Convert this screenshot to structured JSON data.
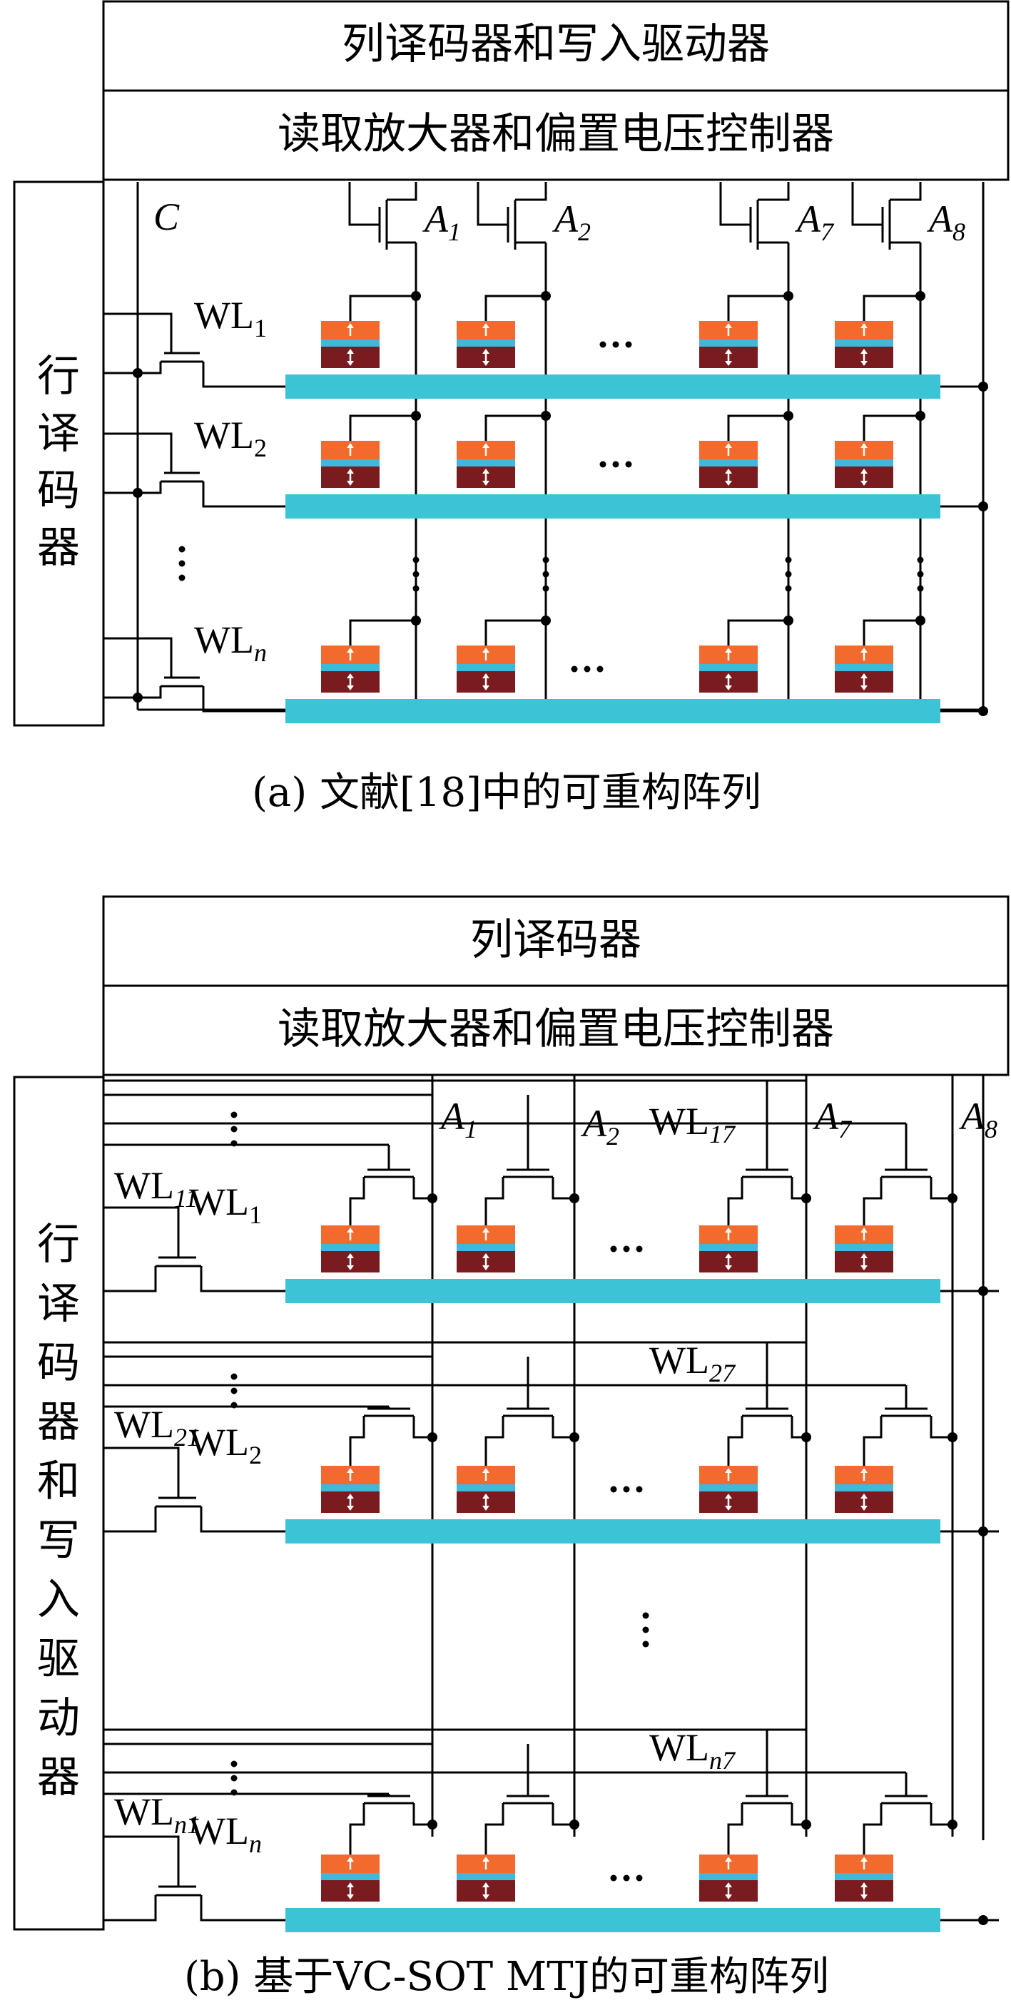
{
  "figure_a": {
    "header_top": "列译码器和写入驱动器",
    "header_bottom": "读取放大器和偏置电压控制器",
    "row_decoder_chars": [
      "行",
      "译",
      "码",
      "器"
    ],
    "cap_label": "C",
    "bitlines": [
      {
        "base": "A",
        "sub": "1"
      },
      {
        "base": "A",
        "sub": "2"
      },
      {
        "base": "A",
        "sub": "7"
      },
      {
        "base": "A",
        "sub": "8"
      }
    ],
    "wordlines": [
      {
        "base": "WL",
        "sub": "1"
      },
      {
        "base": "WL",
        "sub": "2"
      },
      {
        "base": "WL",
        "sub": "n"
      }
    ],
    "caption": "(a) 文献[18]中的可重构阵列"
  },
  "figure_b": {
    "header_top": "列译码器",
    "header_bottom": "读取放大器和偏置电压控制器",
    "row_decoder_chars": [
      "行",
      "译",
      "码",
      "器",
      "和",
      "写",
      "入",
      "驱",
      "动",
      "器"
    ],
    "bitlines": [
      {
        "base": "A",
        "sub": "1"
      },
      {
        "base": "A",
        "sub": "2"
      },
      {
        "base": "A",
        "sub": "7"
      },
      {
        "base": "A",
        "sub": "8"
      }
    ],
    "row_wordlines": [
      {
        "base": "WL",
        "sub": "1"
      },
      {
        "base": "WL",
        "sub": "2"
      },
      {
        "base": "WL",
        "sub": "n"
      }
    ],
    "cell_wordlines_left": [
      {
        "base": "WL",
        "sub": "11"
      },
      {
        "base": "WL",
        "sub": "21"
      },
      {
        "base": "WL",
        "sub": "n1"
      }
    ],
    "cell_wordlines_right": [
      {
        "base": "WL",
        "sub": "17"
      },
      {
        "base": "WL",
        "sub": "27"
      },
      {
        "base": "WL",
        "sub": "n7"
      }
    ],
    "caption": "(b) 基于VC-SOT MTJ的可重构阵列"
  },
  "colors": {
    "free_layer": "#f26a2e",
    "barrier": "#3fb8dc",
    "fixed_layer": "#7a1c1f",
    "sot_track": "#3cc4d6",
    "wire": "#000000"
  }
}
